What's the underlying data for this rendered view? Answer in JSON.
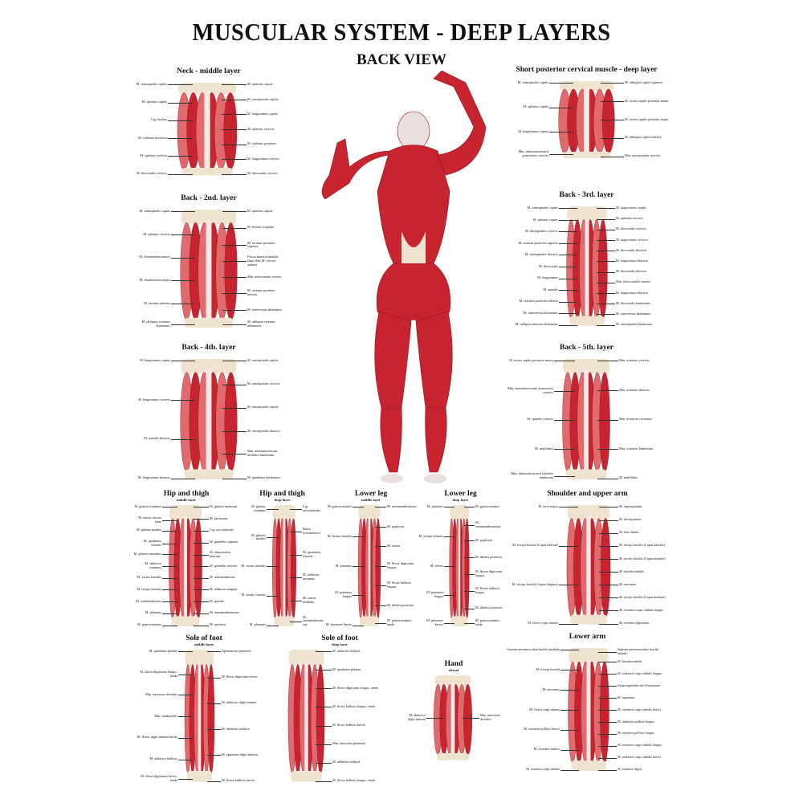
{
  "title": "MUSCULAR SYSTEM - DEEP LAYERS",
  "subtitle": "BACK VIEW",
  "colors": {
    "muscle": "#c8242f",
    "muscle_light": "#e06a6e",
    "bone": "#efe3cf",
    "tendon": "#f3e9e6"
  },
  "panels": [
    {
      "id": "neck",
      "title": "Neck - middle layer",
      "subtitle": "",
      "left": [
        "M. semispinalis capitis",
        "M. splenius capitis",
        "Lig. nuchae",
        "M. scalenus posterior",
        "M. splenius cervicis",
        "M. iliocostalis cervicis"
      ],
      "right": [
        "M. splenius capitis",
        "M. semispinalis capitis",
        "M. longissimus capitis",
        "M. splenius cervicis",
        "M. scalenus posterior",
        "M. longissimus cervicis",
        "M. iliocostalis cervicis"
      ]
    },
    {
      "id": "back2",
      "title": "Back - 2nd. layer",
      "subtitle": "",
      "left": [
        "M. semispinalis capitis",
        "M. splenius cervicis",
        "M. rhomboideus minor",
        "M. rhomboideus major",
        "M. serratus anterior",
        "M. obliquus externus abdominis"
      ],
      "right": [
        "M. splenius capitis",
        "M. levator scapulae",
        "M. serratus posterior superior",
        "Fascia thoracolumbalis (lage über M. erector spinae)",
        "Mm. intercostales externi",
        "M. serratus posterior inferior",
        "M. transversus abdominis",
        "M. obliquus internus abdominis"
      ]
    },
    {
      "id": "back4",
      "title": "Back - 4th. layer",
      "subtitle": "",
      "left": [
        "M. longissimus capitis",
        "M. longissimus cervicis",
        "M. spinalis thoracis",
        "M. longissimus thoracis"
      ],
      "right": [
        "M. semispinalis capitis",
        "M. semispinalis cervicis",
        "M. semispinalis capitis",
        "M. semispinalis thoracis",
        "Mm. intertransversarii mediales lumborum",
        "M. quadratus lumborum"
      ]
    },
    {
      "id": "cervical",
      "title": "Short posterior cervical muscle - deep layer",
      "subtitle": "",
      "left": [
        "M. semispinalis capitis",
        "M. splenius capitis",
        "M. longissimus capitis",
        "Mm. intertransversarii posteriores cervicis"
      ],
      "right": [
        "M. obliquus capitis superior",
        "M. rectus capitis posterior minor",
        "M. rectus capitis posterior major",
        "M. obliquus capitis inferior",
        "Mm. interspinales cervicis"
      ]
    },
    {
      "id": "back3",
      "title": "Back - 3rd. layer",
      "subtitle": "",
      "left": [
        "M. semispinalis capitis",
        "M. splenius capitis",
        "M. interspinales cervicis",
        "M. serratus posterior superior",
        "M. interspinales thoracis",
        "M. iliocostalis",
        "M. longissimus",
        "M. spinalis",
        "M. serratus posterior inferior",
        "M. transversus abdominis",
        "M. obliquus internus abdominis"
      ],
      "right": [
        "M. longissimus capitis",
        "M. splenius cervicis",
        "M. iliocostalis cervicis",
        "M. longissimus cervicis",
        "M. iliocostalis thoracis",
        "M. longissimus thoracis",
        "M. iliocostalis thoracis",
        "Mm. intercostales externi",
        "M. longissimus thoracis",
        "M. iliocostalis lumborum",
        "M. transversus abdominis",
        "M. interspinales lumborum"
      ]
    },
    {
      "id": "back5",
      "title": "Back - 5th. layer",
      "subtitle": "",
      "left": [
        "M. rectus capitis posterior minor",
        "Mm. intertransversarii posteriores cervicis",
        "M. spinalis cervicis",
        "M. multifidus",
        "Mm. intertransversarii laterales lumborum"
      ],
      "right": [
        "Mm. rotatores cervicis",
        "Mm. rotatores thoracis",
        "Mm. levatores costarum",
        "Mm. rotatores lumborum",
        "M. multifidus"
      ]
    },
    {
      "id": "hip_mid",
      "title": "Hip and thigh",
      "subtitle": "middle layer",
      "left": [
        "M. gluteus minimus",
        "M. tensor fasciae latae",
        "M. gluteus medius",
        "M. quadratus femoris",
        "M. gluteus maximus",
        "M. adductor minimus",
        "M. vastus lateralis",
        "M. biceps femoris",
        "M. semitendinosus",
        "M. plantaris",
        "M. gastrocnemius"
      ],
      "right": [
        "M. gluteus maximus",
        "M. piriformis",
        "Lig. sacrotuberale",
        "M. gemellus superior",
        "M. obturatorius internus",
        "M. gemellus inferior",
        "M. semitendinosus",
        "M. adductor magnus",
        "M. gracilis",
        "M. semimembranosus",
        "M. sartorius"
      ]
    },
    {
      "id": "hip_deep",
      "title": "Hip and thigh",
      "subtitle": "deep layer",
      "left": [
        "M. gluteus minimus",
        "M. gluteus medius",
        "M. vastus lateralis",
        "M. biceps femoris",
        "M. plantaris"
      ],
      "right": [
        "Lig. sacrotuberale",
        "Bursa trochanterica",
        "M. quadratus femoris",
        "M. adductor minimus",
        "M. vastus medialis",
        "M. semimembranosus"
      ]
    },
    {
      "id": "leg_mid",
      "title": "Lower leg",
      "subtitle": "middle layer",
      "left": [
        "M. gastrocnemius",
        "M. biceps femoris",
        "M. plantaris",
        "M. peroneus longus",
        "M. peroneus brevis"
      ],
      "right": [
        "M. semimembranosus",
        "M. popliteus",
        "M. soleus",
        "M. flexor digitorum longus",
        "M. flexor hallucis longus",
        "M. tibialis posterior",
        "M. gastrocnemius, tendo"
      ]
    },
    {
      "id": "leg_deep",
      "title": "Lower leg",
      "subtitle": "deep layer",
      "left": [
        "M. plantaris",
        "M. biceps femoris",
        "M. soleus",
        "M. peroneus longus",
        "M. peroneus brevis"
      ],
      "right": [
        "M. gastrocnemius",
        "M. semimembranosus",
        "M. popliteus",
        "M. tibialis posterior",
        "M. flexor digitorum longus",
        "M. flexor hallucis longus",
        "M. tibialis posterior",
        "M. gastrocnemius, tendo"
      ]
    },
    {
      "id": "shoulder",
      "title": "Shoulder and upper arm",
      "subtitle": "",
      "left": [
        "M. teres major",
        "M. triceps brachii (Caput laterale)",
        "M. triceps brachii (Caput longum)",
        "M. flexor carpi ulnaris"
      ],
      "right": [
        "M. supraspinatus",
        "M. infraspinatus",
        "M. teres minor",
        "M. triceps brachii (Caput laterale)",
        "M. triceps brachii (Caput mediale)",
        "M. brachioradialis",
        "M. anconeus",
        "M. triceps brachii (Caput mediale)",
        "M. extensor carpi radialis longus",
        "M. extensor digitorum"
      ]
    },
    {
      "id": "sole_mid",
      "title": "Sole of foot",
      "subtitle": "middle layer",
      "left": [
        "M. quadratus plantae",
        "M. flexor digitorum longus, tendo",
        "Mm. interossei dorsales",
        "Mm. lumbricales",
        "M. flexor digiti minimi brevis",
        "M. adductor hallucis",
        "M. flexor digitorum brevis, tendo"
      ],
      "right": [
        "Aponeurosis plantaris",
        "M. flexor digitorum brevis",
        "M. abductor digiti minimi",
        "M. abductor hallucis",
        "M. opponens digiti minimi",
        "M. flexor hallucis brevis"
      ]
    },
    {
      "id": "sole_deep",
      "title": "Sole of foot",
      "subtitle": "deep layer",
      "left": [],
      "right": [
        "M. abductor hallucis",
        "M. quadratus plantae",
        "M. flexor digitorum longus, tendo",
        "M. flexor hallucis longus, tendo",
        "M. flexor hallucis brevis",
        "Mm. interossei plantares",
        "M. adductor hallucis",
        "M. flexor hallucis longus, tendo"
      ]
    },
    {
      "id": "hand",
      "title": "Hand",
      "subtitle": "dorsal",
      "left": [
        "M. abductor digiti minimi"
      ],
      "right": [
        "Mm. interossei dorsales"
      ]
    },
    {
      "id": "lower_arm",
      "title": "Lower arm",
      "subtitle": "",
      "left": [
        "Septum intermusculare brachii mediale",
        "M. triceps brachii",
        "M. anconeus",
        "M. flexor carpi ulnaris",
        "M. extensor pollicis brevis",
        "M. extensor indicis",
        "M. extensor carpi ulnaris"
      ],
      "right": [
        "Septum intermusculare brachii laterale",
        "M. brachioradialis",
        "M. extensor carpi radialis longus",
        "Ursprungssehne der Extensoren",
        "M. supinator",
        "M. extensor carpi radialis brevis",
        "M. abductor pollicis longus",
        "M. extensor pollicis longus",
        "M. extensor carpi radialis longus",
        "M. extensor carpi radialis brevis",
        "M. extensor digiti"
      ]
    }
  ]
}
